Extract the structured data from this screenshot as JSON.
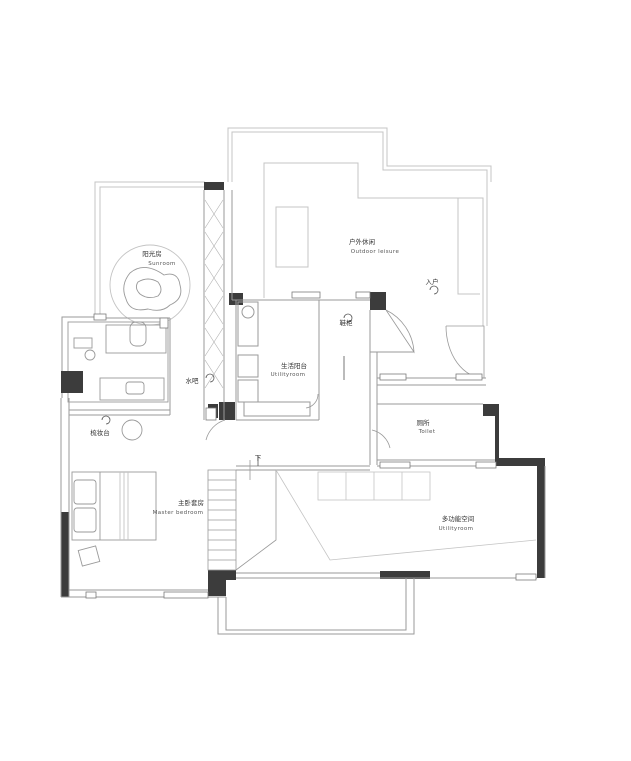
{
  "rooms": {
    "sunroom": {
      "zh": "阳光房",
      "en": "Sunroom"
    },
    "outdoor": {
      "zh": "户外休闲",
      "en": "Outdoor leisure"
    },
    "entry": {
      "zh": "入户"
    },
    "shoe_cabinet": {
      "zh": "鞋柜"
    },
    "utility_balcony": {
      "zh": "生活阳台",
      "en": "Utilityroom"
    },
    "toilet": {
      "zh": "厕所",
      "en": "Toilet"
    },
    "flex_space": {
      "zh": "多功能空间",
      "en": "Utilityroom"
    },
    "master_bedroom": {
      "zh": "主卧套房",
      "en": "Master bedroom"
    },
    "wardrobe_counter": {
      "zh": "梳妆台"
    },
    "sink": {
      "zh": "水吧"
    },
    "stair_down": {
      "zh": "下"
    }
  },
  "colors": {
    "line": "#9a9a9a",
    "wall_fill": "#3c3c3c",
    "light_line": "#c4c4c4",
    "text": "#333333"
  }
}
